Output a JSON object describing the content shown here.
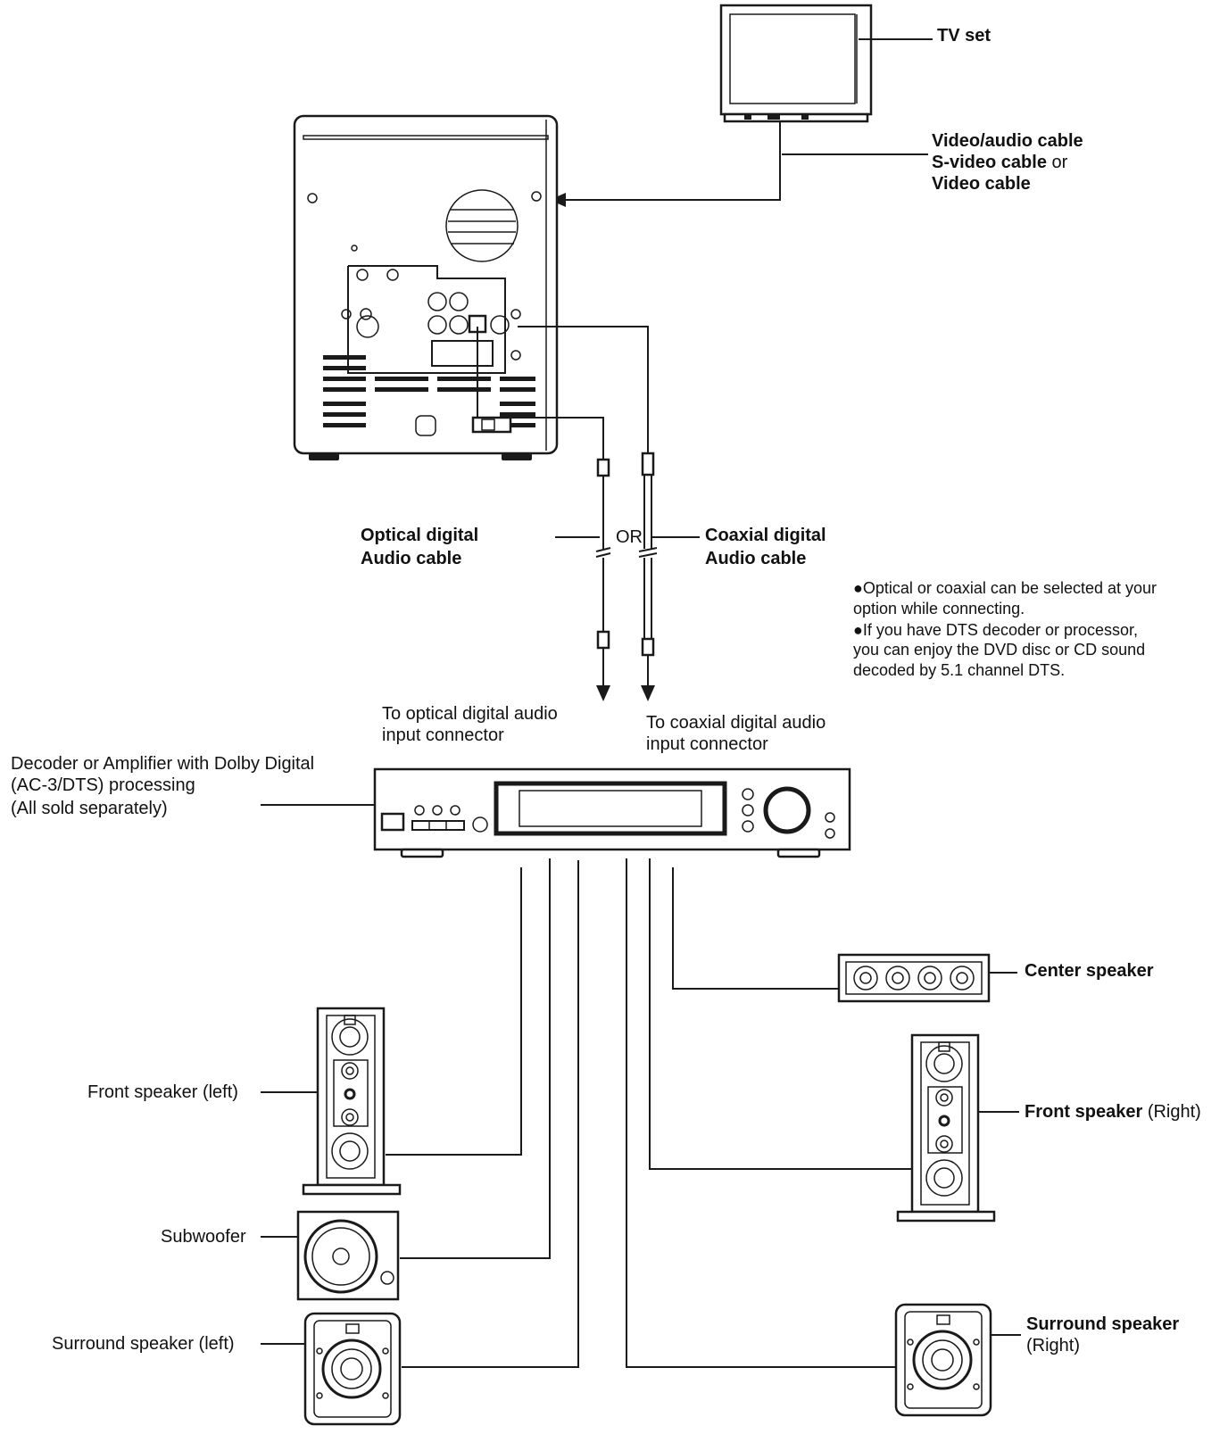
{
  "labels": {
    "tv_set": "TV set",
    "video_cable_1": "Video/audio cable",
    "video_cable_2a": "S-video cable",
    "video_cable_2b": " or",
    "video_cable_3": "Video cable",
    "optical_1": "Optical digital",
    "optical_2": "Audio cable",
    "or": "OR",
    "coaxial_1": "Coaxial digital",
    "coaxial_2": "Audio cable",
    "to_optical_1": "To optical digital audio",
    "to_optical_2": "input connector",
    "to_coaxial_1": "To coaxial digital audio",
    "to_coaxial_2": "input connector",
    "decoder_1": "Decoder or Amplifier with Dolby Digital",
    "decoder_2": "(AC-3/DTS) processing",
    "decoder_3": "(All sold separately)",
    "center_speaker": "Center speaker",
    "front_left": "Front speaker (left)",
    "front_right_a": "Front speaker",
    "front_right_b": " (Right)",
    "subwoofer": "Subwoofer",
    "surround_left": "Surround speaker (left)",
    "surround_right_1": "Surround speaker",
    "surround_right_2": "(Right)"
  },
  "notes": {
    "note1_line1": "●Optical or coaxial can be selected at your",
    "note1_line2": "option while connecting.",
    "note2_line1": "●If you have DTS decoder or processor,",
    "note2_line2": "you can enjoy the DVD disc or CD sound",
    "note2_line3": "decoded by 5.1 channel DTS."
  },
  "icons": {
    "tv": "tv-icon",
    "player": "dvd-player-rear-panel-icon",
    "decoder": "av-receiver-icon",
    "speaker": "speaker-icon"
  },
  "colors": {
    "line": "#1a1a1a",
    "background": "#ffffff"
  }
}
